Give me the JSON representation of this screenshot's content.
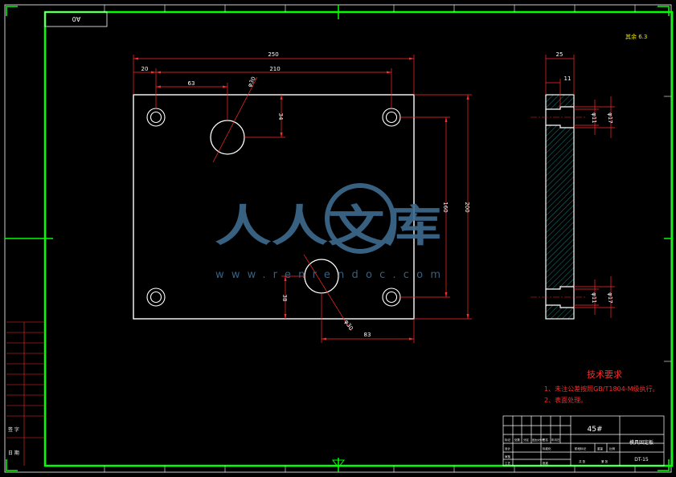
{
  "colors": {
    "background": "#000000",
    "frame": "#00ff00",
    "outline": "#ffffff",
    "dimension": "#ff2a2a",
    "hatch": "#17a0a0",
    "roughness": "#e8e800",
    "watermark": "#3d6b8f"
  },
  "title_box": {
    "drawing_no_mirrored": "A0"
  },
  "roughness_note": "其余 6.3",
  "front_view": {
    "dimensions": {
      "overall_width": "250",
      "hole_span_x": "210",
      "edge_to_hole": "20",
      "hole_to_big_hole": "63",
      "big_hole_diameter_top": "φ30",
      "big_hole_offset_y_top": "34",
      "hole_span_y": "160",
      "overall_height": "200",
      "big_hole_offset_y_bottom": "38",
      "big_hole_diameter_bottom": "φ30",
      "big_hole_offset_x_bottom": "83"
    }
  },
  "side_view": {
    "dimensions": {
      "thickness": "25",
      "counterbore_depth": "11",
      "hole_dia_upper": "φ11",
      "counterbore_dia_upper": "φ17",
      "hole_dia_lower": "φ11",
      "counterbore_dia_lower": "φ17"
    }
  },
  "tech_requirements": {
    "title": "技术要求",
    "items": [
      "1、未注公差按照GB/T1804-M级执行。",
      "2、表面处理。"
    ]
  },
  "title_block": {
    "material": "45#",
    "part_name": "模具固定板",
    "drawing_number": "DT-15",
    "cells": [
      "标记",
      "处数",
      "分区",
      "更改文件号",
      "签名",
      "年月日",
      "设计",
      "标准化",
      "审核",
      "工艺",
      "批准",
      "阶段标记",
      "重量",
      "比例",
      "共 张",
      "第 张"
    ]
  },
  "left_strip": {
    "labels": [
      "签 字",
      "日 期"
    ]
  },
  "watermark": {
    "text": "人人文库",
    "url": "www.renrendoc.com"
  }
}
